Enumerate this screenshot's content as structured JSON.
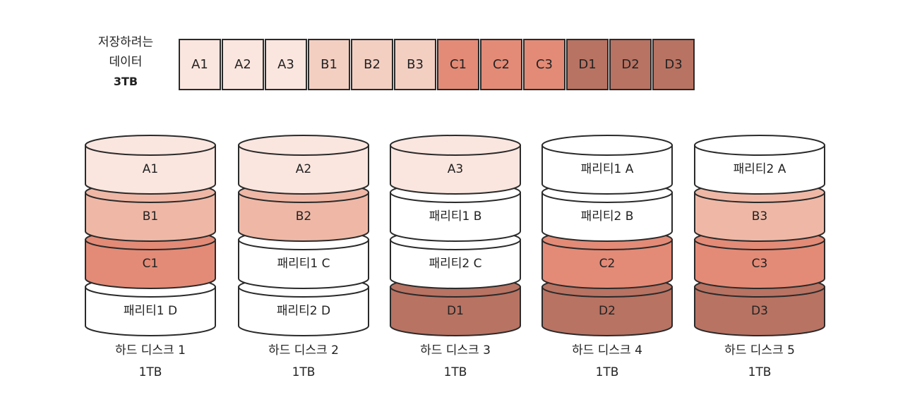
{
  "data_block": {
    "label_line1": "저장하려는",
    "label_line2": "데이터",
    "size": "3TB",
    "cells": [
      {
        "label": "A1",
        "color": "#fbe6df"
      },
      {
        "label": "A2",
        "color": "#fbe6df"
      },
      {
        "label": "A3",
        "color": "#fbe6df"
      },
      {
        "label": "B1",
        "color": "#f3cfc2"
      },
      {
        "label": "B2",
        "color": "#f3cfc2"
      },
      {
        "label": "B3",
        "color": "#f3cfc2"
      },
      {
        "label": "C1",
        "color": "#e38b77"
      },
      {
        "label": "C2",
        "color": "#e38b77"
      },
      {
        "label": "C3",
        "color": "#e38b77"
      },
      {
        "label": "D1",
        "color": "#b87363"
      },
      {
        "label": "D2",
        "color": "#b87363"
      },
      {
        "label": "D3",
        "color": "#b87363"
      }
    ]
  },
  "disks": [
    {
      "name": "하드 디스크 1",
      "size": "1TB",
      "layers": [
        {
          "label": "A1",
          "color": "#fbe6df"
        },
        {
          "label": "B1",
          "color": "#efb8a6"
        },
        {
          "label": "C1",
          "color": "#e38b77"
        },
        {
          "label": "패리티1 D",
          "color": "#ffffff"
        }
      ]
    },
    {
      "name": "하드 디스크 2",
      "size": "1TB",
      "layers": [
        {
          "label": "A2",
          "color": "#fbe6df"
        },
        {
          "label": "B2",
          "color": "#efb8a6"
        },
        {
          "label": "패리티1 C",
          "color": "#ffffff"
        },
        {
          "label": "패리티2 D",
          "color": "#ffffff"
        }
      ]
    },
    {
      "name": "하드 디스크 3",
      "size": "1TB",
      "layers": [
        {
          "label": "A3",
          "color": "#fbe6df"
        },
        {
          "label": "패리티1 B",
          "color": "#ffffff"
        },
        {
          "label": "패리티2 C",
          "color": "#ffffff"
        },
        {
          "label": "D1",
          "color": "#b87363"
        }
      ]
    },
    {
      "name": "하드 디스크 4",
      "size": "1TB",
      "layers": [
        {
          "label": "패리티1 A",
          "color": "#ffffff"
        },
        {
          "label": "패리티2 B",
          "color": "#ffffff"
        },
        {
          "label": "C2",
          "color": "#e38b77"
        },
        {
          "label": "D2",
          "color": "#b87363"
        }
      ]
    },
    {
      "name": "하드 디스크 5",
      "size": "1TB",
      "layers": [
        {
          "label": "패리티2 A",
          "color": "#ffffff"
        },
        {
          "label": "B3",
          "color": "#efb8a6"
        },
        {
          "label": "C3",
          "color": "#e38b77"
        },
        {
          "label": "D3",
          "color": "#b87363"
        }
      ]
    }
  ]
}
